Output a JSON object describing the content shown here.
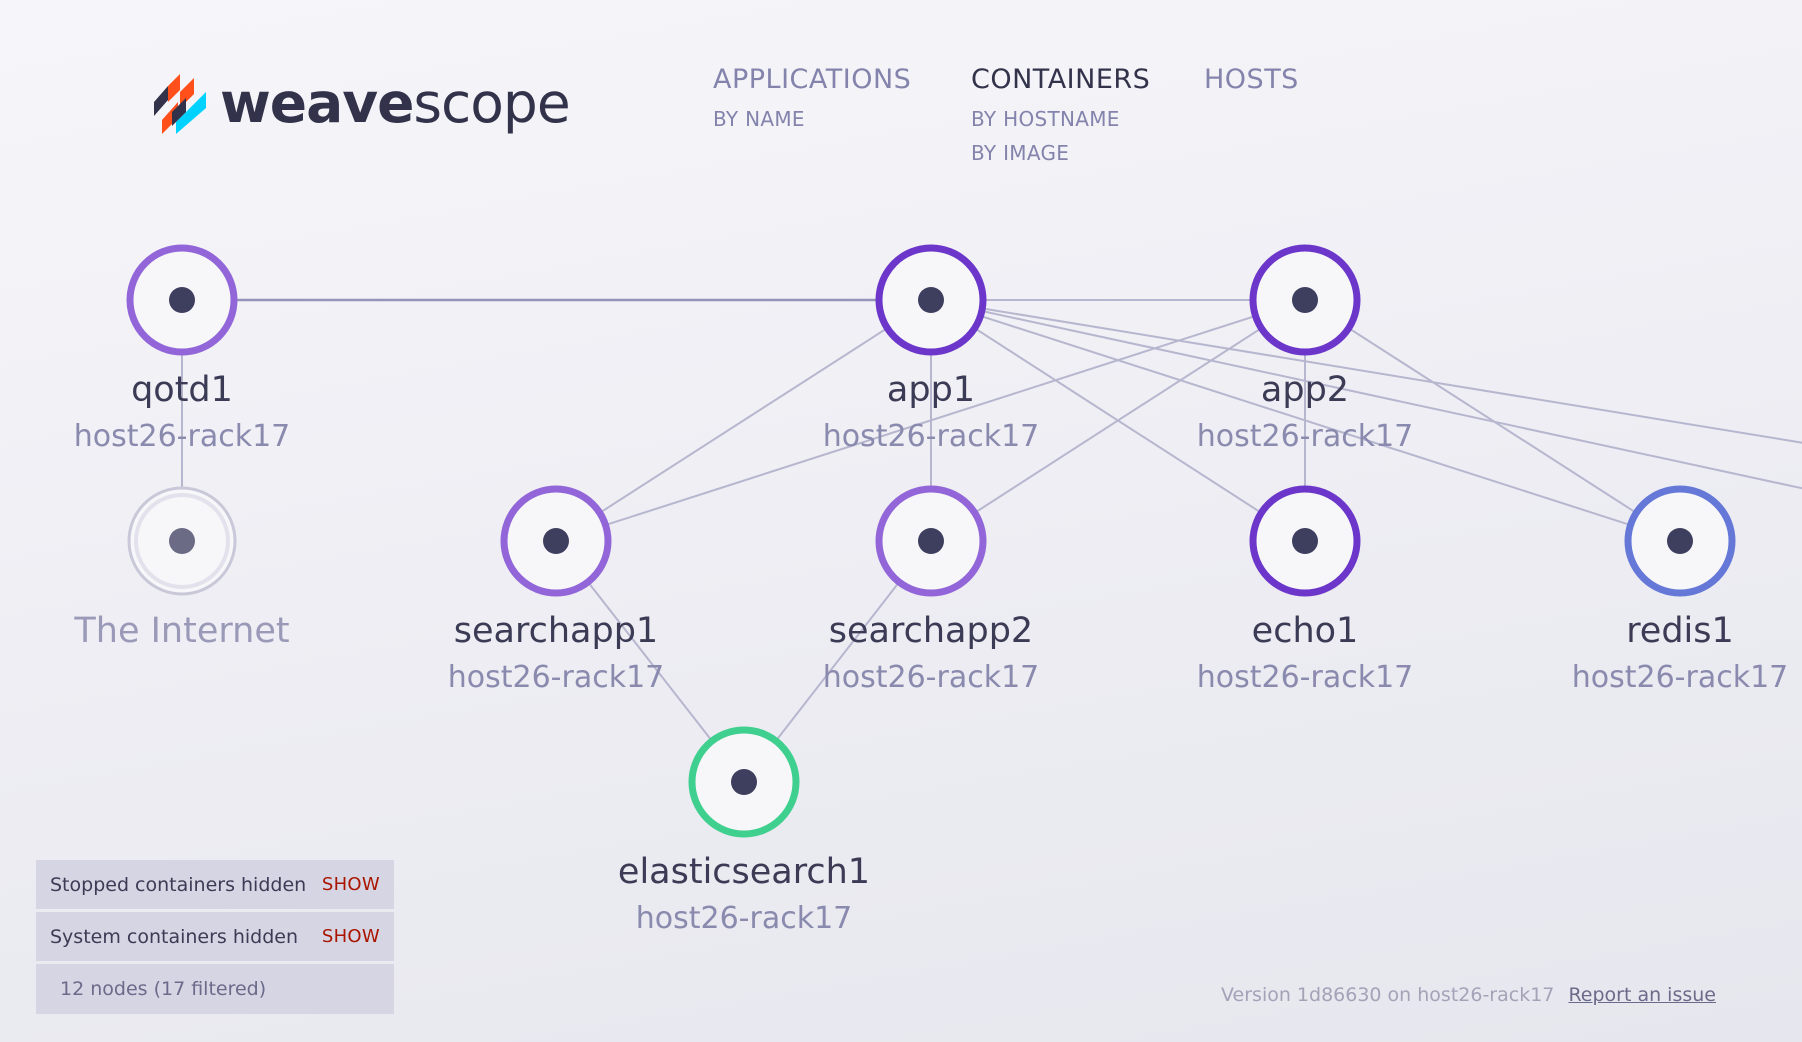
{
  "brand": {
    "logo_bold": "weave",
    "logo_light": "scope",
    "colors": {
      "orange": "#ff4f1a",
      "blue": "#00d2ff",
      "dark": "#32324b"
    }
  },
  "menu": {
    "applications": {
      "label": "APPLICATIONS",
      "sub": [
        "BY NAME"
      ]
    },
    "containers": {
      "label": "CONTAINERS",
      "sub": [
        "BY HOSTNAME",
        "BY IMAGE"
      ],
      "active": true
    },
    "hosts": {
      "label": "HOSTS",
      "sub": []
    }
  },
  "nodes": [
    {
      "id": "qotd1",
      "label": "qotd1",
      "sub": "host26-rack17",
      "color": "#9266d8"
    },
    {
      "id": "app1",
      "label": "app1",
      "sub": "host26-rack17",
      "color": "#6b36c9"
    },
    {
      "id": "app2",
      "label": "app2",
      "sub": "host26-rack17",
      "color": "#6b36c9"
    },
    {
      "id": "internet",
      "label": "The Internet",
      "sub": "",
      "color": "#c9c8d8",
      "pseudo": true
    },
    {
      "id": "searchapp1",
      "label": "searchapp1",
      "sub": "host26-rack17",
      "color": "#9266d8"
    },
    {
      "id": "searchapp2",
      "label": "searchapp2",
      "sub": "host26-rack17",
      "color": "#9266d8"
    },
    {
      "id": "echo1",
      "label": "echo1",
      "sub": "host26-rack17",
      "color": "#6b36c9"
    },
    {
      "id": "redis1",
      "label": "redis1",
      "sub": "host26-rack17",
      "color": "#6578d8"
    },
    {
      "id": "elasticsearch1",
      "label": "elasticsearch1",
      "sub": "host26-rack17",
      "color": "#3fcf8e"
    }
  ],
  "edges": [
    [
      "qotd1",
      "app1"
    ],
    [
      "qotd1",
      "internet"
    ],
    [
      "app1",
      "app2"
    ],
    [
      "app1",
      "searchapp1"
    ],
    [
      "app1",
      "searchapp2"
    ],
    [
      "app1",
      "echo1"
    ],
    [
      "app1",
      "redis1"
    ],
    [
      "app1",
      "offscreen-a"
    ],
    [
      "app1",
      "offscreen-b"
    ],
    [
      "app2",
      "searchapp1"
    ],
    [
      "app2",
      "searchapp2"
    ],
    [
      "app2",
      "echo1"
    ],
    [
      "app2",
      "redis1"
    ],
    [
      "searchapp1",
      "elasticsearch1"
    ],
    [
      "searchapp2",
      "elasticsearch1"
    ]
  ],
  "status": {
    "stopped_text": "Stopped containers hidden",
    "system_text": "System containers hidden",
    "show_label": "SHOW",
    "count_text": "12 nodes (17 filtered)"
  },
  "footer": {
    "version_text": "Version 1d86630 on host26-rack17",
    "report_label": "Report an issue"
  }
}
